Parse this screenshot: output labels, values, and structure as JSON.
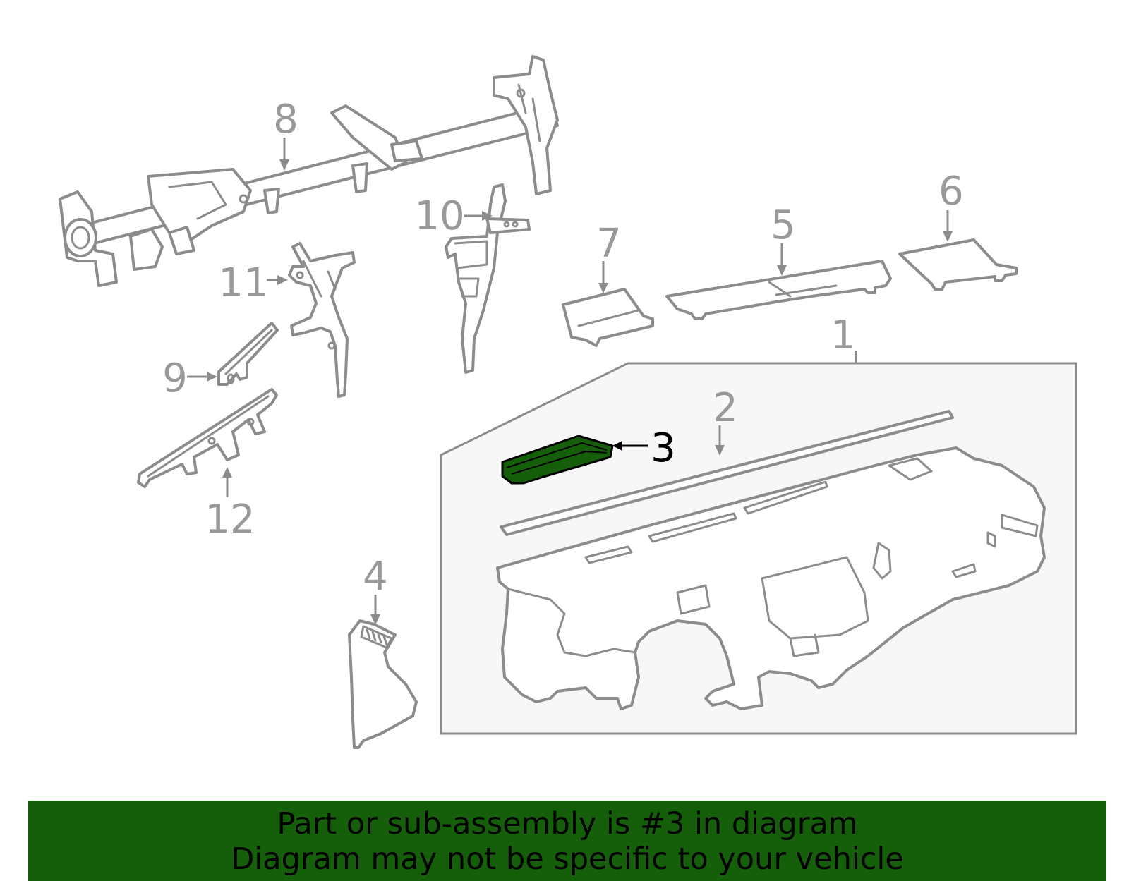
{
  "callouts": {
    "c1": "1",
    "c2": "2",
    "c3": "3",
    "c4": "4",
    "c5": "5",
    "c6": "6",
    "c7": "7",
    "c8": "8",
    "c9": "9",
    "c10": "10",
    "c11": "11",
    "c12": "12"
  },
  "highlighted_part": "3",
  "colors": {
    "highlight": "#155f0b",
    "line": "#8c8c8c",
    "callout": "#999999",
    "panel": "#f7f7f7"
  },
  "footer": {
    "line1": "Part or sub-assembly is #3 in diagram",
    "line2": "Diagram may not be specific to your vehicle"
  }
}
